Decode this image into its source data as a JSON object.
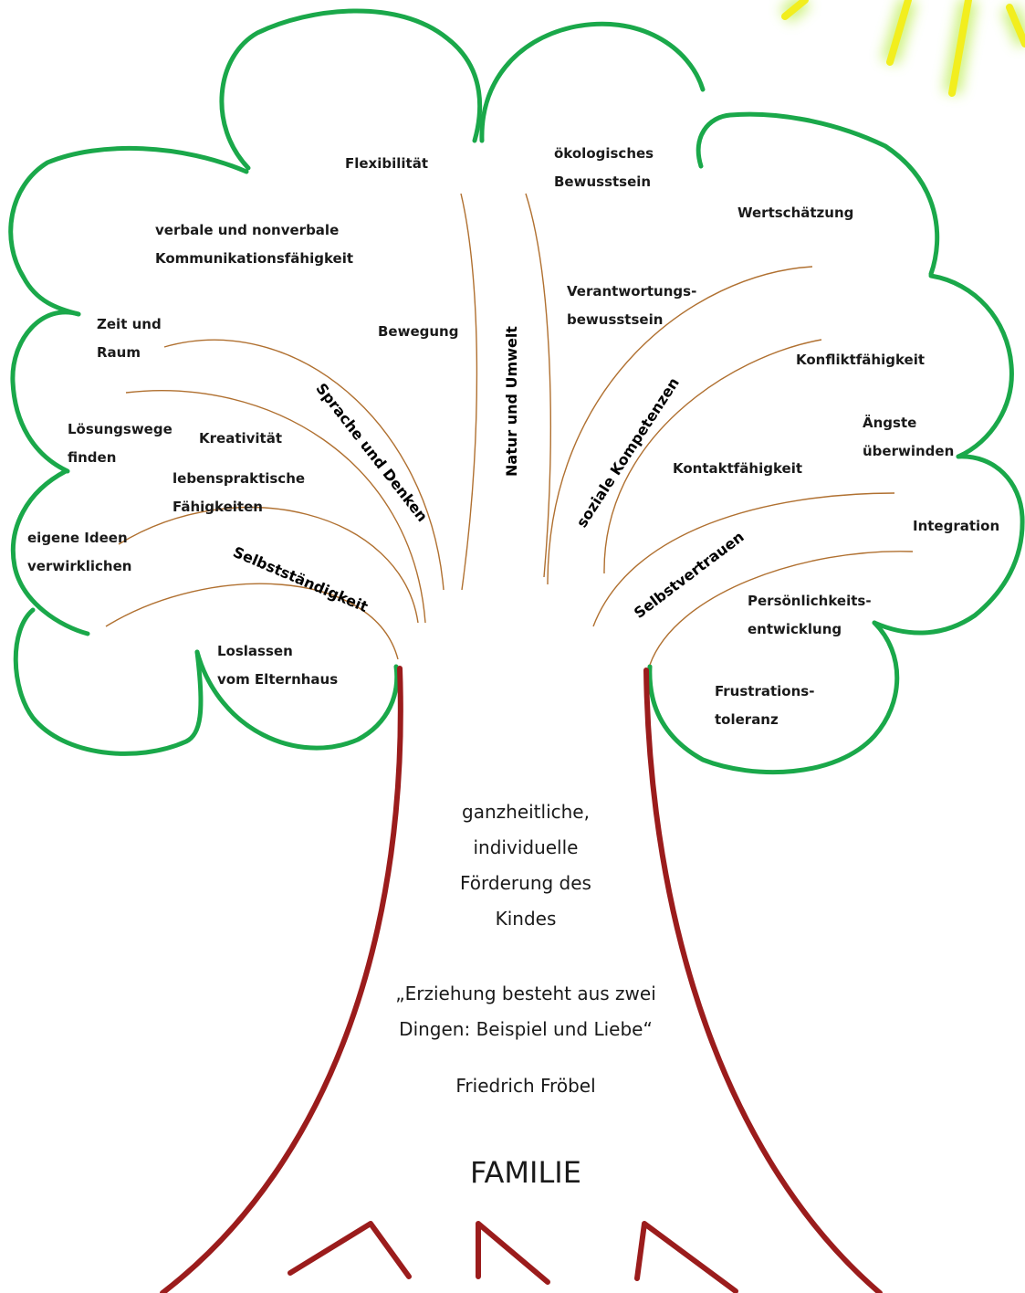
{
  "colors": {
    "crown": "#1aa84a",
    "branch": "#b07030",
    "trunk": "#9b1c1c",
    "sun": "#f2ee1e",
    "sun_glow": "#c6f06a"
  },
  "decor": {
    "sun": "sun-rays-icon"
  },
  "categories": {
    "sprache": "Sprache und Denken",
    "natur": "Natur und Umwelt",
    "sozial": "soziale Kompetenzen",
    "selbststaendigkeit": "Selbstständigkeit",
    "selbstvertrauen": "Selbstvertrauen"
  },
  "labels": {
    "flexibilitaet": "Flexibilität",
    "oekologisch": "ökologisches\nBewusstsein",
    "wertschaetzung": "Wertschätzung",
    "kommunikation": "verbale und nonverbale\nKommunikationsfähigkeit",
    "verantwortung": "Verantwortungs-\nbewusstsein",
    "zeit_raum": "Zeit und\nRaum",
    "bewegung": "Bewegung",
    "konflikt": "Konfliktfähigkeit",
    "loesungswege": "Lösungswege\nfinden",
    "kreativitaet": "Kreativität",
    "aengste": "Ängste\nüberwinden",
    "lebenspraktisch": "lebenspraktische\nFähigkeiten",
    "kontakt": "Kontaktfähigkeit",
    "ideen": "eigene Ideen\nverwirklichen",
    "integration": "Integration",
    "persoenlichkeit": "Persönlichkeits-\nentwicklung",
    "loslassen": "Loslassen\nvom Elternhaus",
    "frustration": "Frustrations-\ntoleranz"
  },
  "trunk": {
    "goal": "ganzheitliche,\nindividuelle\nFörderung des\nKindes",
    "quote": "„Erziehung besteht aus zwei\nDingen: Beispiel und Liebe“",
    "author": "Friedrich Fröbel",
    "root": "FAMILIE"
  }
}
